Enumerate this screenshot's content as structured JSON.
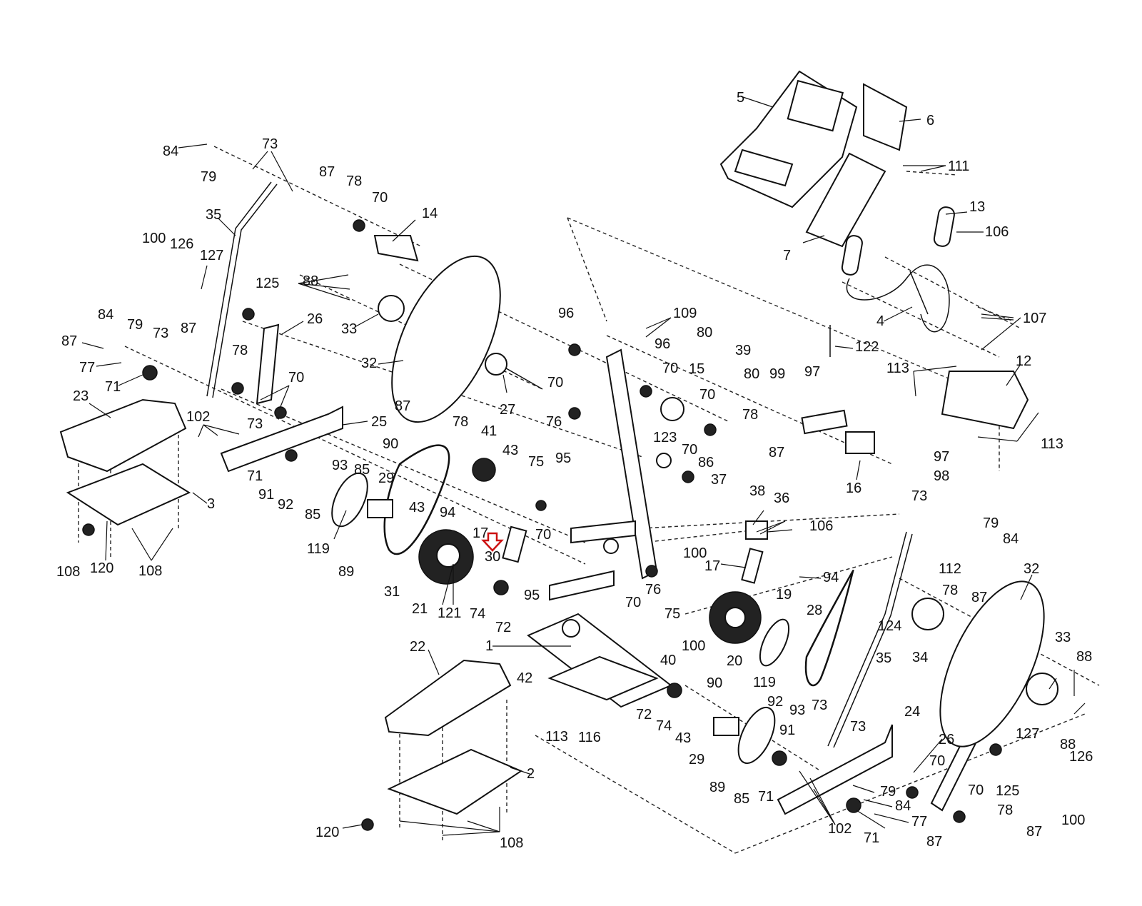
{
  "colors": {
    "line": "#111111",
    "marker": "#cc1111",
    "background": "#ffffff"
  },
  "marker": {
    "icon": "down-arrow-icon"
  },
  "part_labels": [
    "84",
    "73",
    "79",
    "87",
    "78",
    "70",
    "14",
    "35",
    "100",
    "126",
    "127",
    "125",
    "88",
    "26",
    "33",
    "32",
    "84",
    "79",
    "73",
    "87",
    "87",
    "77",
    "71",
    "78",
    "70",
    "23",
    "102",
    "73",
    "25",
    "27",
    "87",
    "78",
    "41",
    "43",
    "75",
    "90",
    "85",
    "29",
    "93",
    "71",
    "91",
    "92",
    "85",
    "119",
    "89",
    "94",
    "70",
    "43",
    "17",
    "30",
    "3",
    "108",
    "120",
    "108",
    "31",
    "21",
    "121",
    "74",
    "72",
    "95",
    "1",
    "96",
    "109",
    "96",
    "70",
    "70",
    "76",
    "95",
    "80",
    "39",
    "80",
    "15",
    "70",
    "123",
    "70",
    "86",
    "37",
    "38",
    "36",
    "106",
    "99",
    "97",
    "78",
    "87",
    "16",
    "97",
    "98",
    "5",
    "6",
    "111",
    "13",
    "106",
    "7",
    "4",
    "107",
    "122",
    "113",
    "12",
    "113",
    "73",
    "79",
    "84",
    "100",
    "17",
    "94",
    "76",
    "70",
    "75",
    "100",
    "20",
    "19",
    "40",
    "28",
    "35",
    "112",
    "78",
    "87",
    "124",
    "34",
    "32",
    "33",
    "88",
    "88",
    "22",
    "42",
    "113",
    "116",
    "90",
    "119",
    "72",
    "74",
    "43",
    "92",
    "93",
    "73",
    "91",
    "29",
    "89",
    "85",
    "71",
    "24",
    "73",
    "26",
    "70",
    "127",
    "126",
    "125",
    "79",
    "84",
    "77",
    "87",
    "102",
    "71",
    "70",
    "78",
    "87",
    "100",
    "2",
    "120",
    "108"
  ]
}
